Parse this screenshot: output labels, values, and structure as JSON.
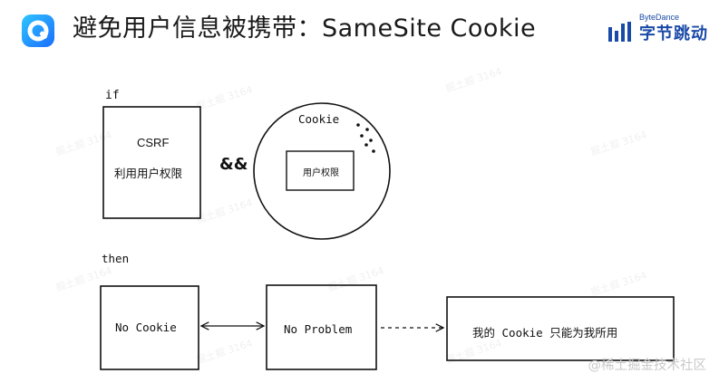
{
  "header": {
    "title": "避免用户信息被携带：SameSite Cookie",
    "brand_small": "ByteDance",
    "brand_big": "字节跳动"
  },
  "diagram": {
    "if_label": "if",
    "then_label": "then",
    "csrf_box": {
      "line1": "CSRF",
      "line2": "利用用户权限"
    },
    "and_operator": "&&",
    "cookie_circle": {
      "label": "Cookie",
      "inner_box": "用户权限"
    },
    "no_cookie_box": "No Cookie",
    "no_problem_box": "No Problem",
    "result_box": "我的 Cookie 只能为我所用"
  },
  "watermark": "掘土掘 3164",
  "footer": "@稀土掘金技术社区"
}
